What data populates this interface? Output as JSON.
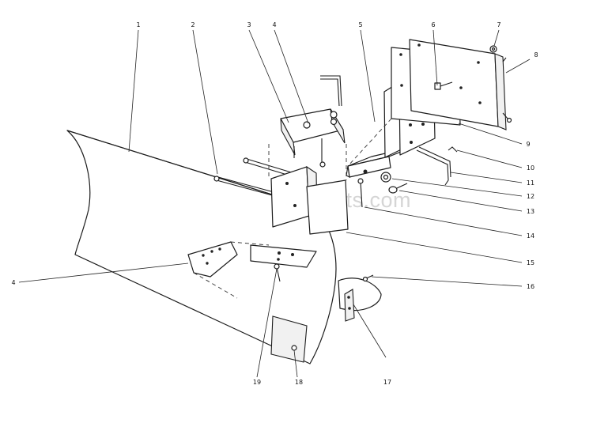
{
  "watermark": "eReplacementParts.com",
  "callouts": {
    "c1": "1",
    "c2": "2",
    "c3": "3",
    "c4a": "4",
    "c4b": "4",
    "c5": "5",
    "c6": "6",
    "c7": "7",
    "c8": "8",
    "c9": "9",
    "c10": "10",
    "c11": "11",
    "c12": "12",
    "c13": "13",
    "c14": "14",
    "c15": "15",
    "c16": "16",
    "c17": "17",
    "c18": "18",
    "c19": "19"
  }
}
